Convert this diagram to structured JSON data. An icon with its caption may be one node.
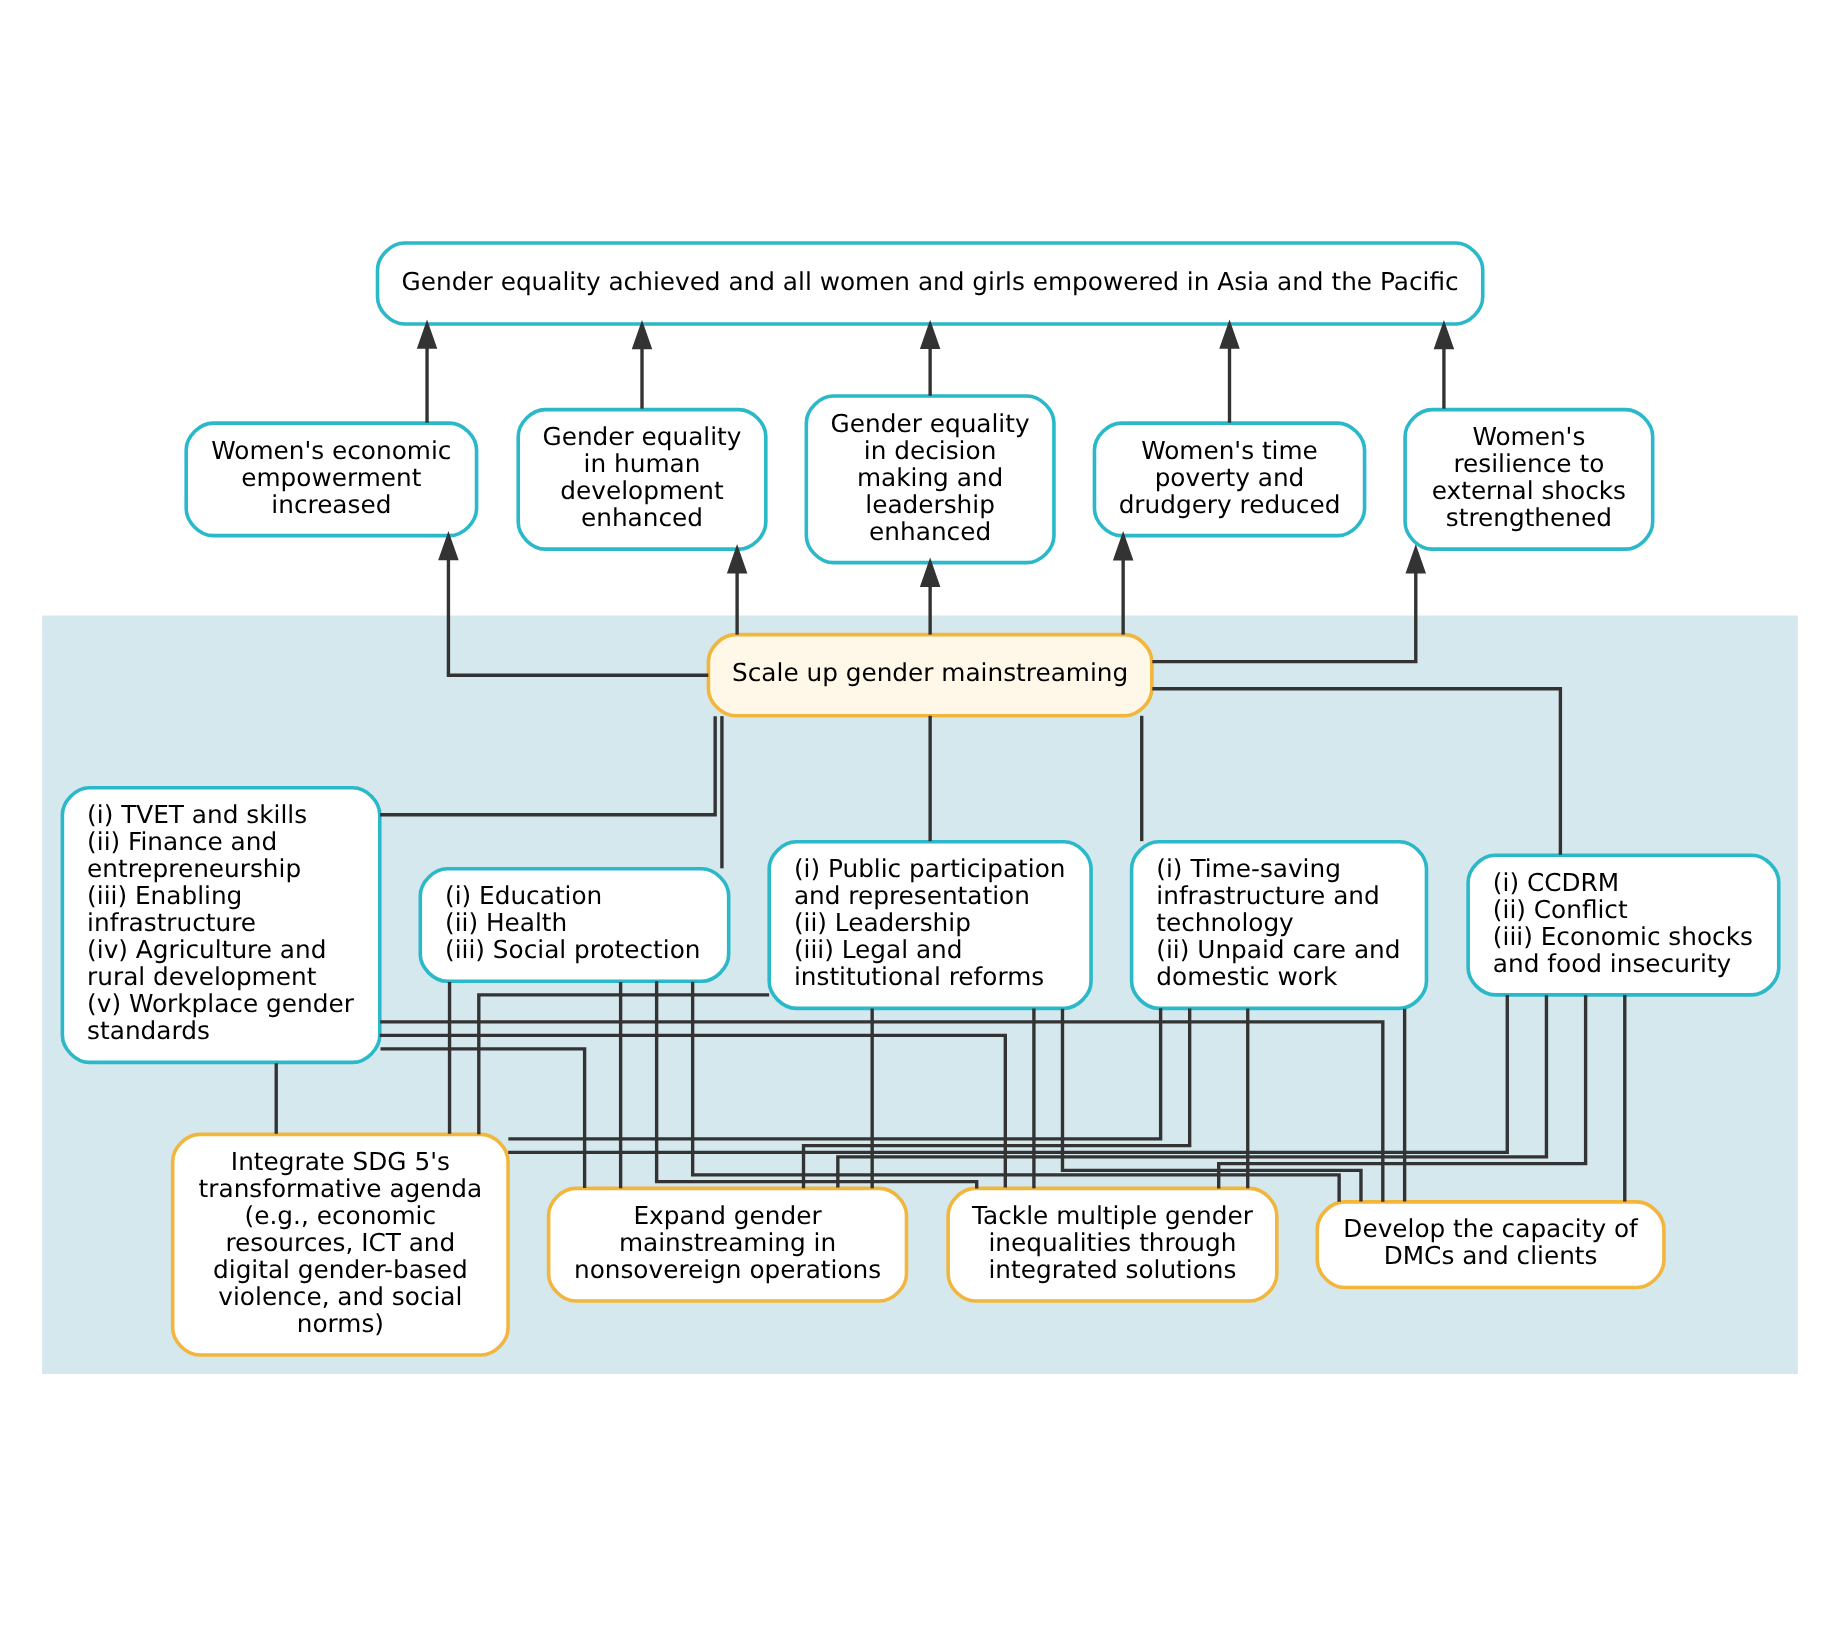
{
  "diagram": {
    "nodes": [
      {
        "text": [
          "Gender equality achieved and all women and girls empowered in Asia and the Pacific"
        ]
      },
      {
        "text": [
          "Women's economic empowerment increased"
        ]
      },
      {
        "text": [
          "Gender equality in human development enhanced"
        ]
      },
      {
        "text": [
          "Gender equality in decision making and leadership enhanced"
        ]
      },
      {
        "text": [
          "Women's time poverty and drudgery reduced"
        ]
      },
      {
        "text": [
          "Women's resilience to external shocks strengthened"
        ]
      },
      {
        "text": [],
        "shape": "box"
      },
      {
        "text": [
          "Scale up gender mainstreaming"
        ],
        "in": 6
      },
      {
        "text": [
          "(i) TVET and skills",
          "(ii) Finance and entrepreneurship",
          "(iii) Enabling infrastructure",
          "(iv) Agriculture and rural development",
          "(v) Workplace gender standards"
        ],
        "in": 6
      },
      {
        "text": [
          "(i) Education",
          "(ii) Health",
          "(iii) Social protection"
        ],
        "in": 6
      },
      {
        "text": [
          "(i) Public participation and representation",
          "(ii) Leadership",
          "(iii) Legal and institutional reforms"
        ],
        "in": 6
      },
      {
        "text": [
          "(i) Time-saving infrastructure and technology",
          "(ii) Unpaid care and domestic work"
        ],
        "in": 6
      },
      {
        "text": [
          "(i) CCDRM",
          "(ii) Conflict",
          "(iii) Economic shocks and food insecurity"
        ],
        "in": 6
      },
      {
        "text": [
          "Integrate SDG 5's transformative agenda (e.g., economic resources, ICT and digital gender-based violence, and social norms)"
        ],
        "in": 6
      },
      {
        "text": [
          "Expand gender mainstreaming in nonsovereign operations"
        ],
        "in": 6
      },
      {
        "text": [
          "Tackle multiple gender inequalities through integrated solutions"
        ],
        "in": 6
      },
      {
        "text": [
          "Develop the capacity of DMCs and clients"
        ],
        "in": 6
      }
    ],
    "edges": [
      {
        "from": 1,
        "to": 0,
        "arrow": "to"
      },
      {
        "from": 2,
        "to": 0,
        "arrow": "to"
      },
      {
        "from": 3,
        "to": 0,
        "arrow": "to"
      },
      {
        "from": 4,
        "to": 0,
        "arrow": "to"
      },
      {
        "from": 5,
        "to": 0,
        "arrow": "to"
      },
      {
        "from": 7,
        "to": 1,
        "arrow": "to"
      },
      {
        "from": 7,
        "to": 2,
        "arrow": "to"
      },
      {
        "from": 7,
        "to": 3,
        "arrow": "to"
      },
      {
        "from": 7,
        "to": 4,
        "arrow": "to"
      },
      {
        "from": 7,
        "to": 5,
        "arrow": "to"
      },
      {
        "from": 8,
        "to": 7,
        "arrow": "none"
      },
      {
        "from": 9,
        "to": 7,
        "arrow": "none"
      },
      {
        "from": 10,
        "to": 7,
        "arrow": "none"
      },
      {
        "from": 11,
        "to": 7,
        "arrow": "none"
      },
      {
        "from": 12,
        "to": 7,
        "arrow": "none"
      },
      {
        "from": 13,
        "to": 8,
        "arrow": "none"
      },
      {
        "from": 13,
        "to": 9,
        "arrow": "none"
      },
      {
        "from": 13,
        "to": 10,
        "arrow": "none"
      },
      {
        "from": 13,
        "to": 11,
        "arrow": "none"
      },
      {
        "from": 13,
        "to": 12,
        "arrow": "none"
      },
      {
        "from": 14,
        "to": 8,
        "arrow": "none"
      },
      {
        "from": 14,
        "to": 9,
        "arrow": "none"
      },
      {
        "from": 14,
        "to": 10,
        "arrow": "none"
      },
      {
        "from": 14,
        "to": 11,
        "arrow": "none"
      },
      {
        "from": 14,
        "to": 12,
        "arrow": "none"
      },
      {
        "from": 15,
        "to": 8,
        "arrow": "none"
      },
      {
        "from": 15,
        "to": 9,
        "arrow": "none"
      },
      {
        "from": 15,
        "to": 10,
        "arrow": "none"
      },
      {
        "from": 15,
        "to": 11,
        "arrow": "none"
      },
      {
        "from": 15,
        "to": 12,
        "arrow": "none"
      },
      {
        "from": 16,
        "to": 8,
        "arrow": "none"
      },
      {
        "from": 16,
        "to": 9,
        "arrow": "none"
      },
      {
        "from": 16,
        "to": 10,
        "arrow": "none"
      },
      {
        "from": 16,
        "to": 11,
        "arrow": "none"
      },
      {
        "from": 16,
        "to": 12,
        "arrow": "none"
      }
    ]
  }
}
